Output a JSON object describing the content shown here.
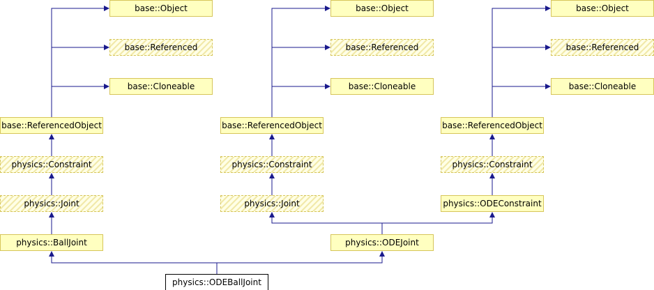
{
  "diagram": {
    "colors": {
      "edge": "#1a1a8c",
      "node_fill": "#ffffc0",
      "node_border": "#d6c55a",
      "leaf_border": "#000000"
    },
    "labels": {
      "object": "base::Object",
      "referenced": "base::Referenced",
      "cloneable": "base::Cloneable",
      "referenced_object": "base::ReferencedObject",
      "constraint": "physics::Constraint",
      "joint": "physics::Joint",
      "ball_joint": "physics::BallJoint",
      "ode_joint": "physics::ODEJoint",
      "ode_constraint": "physics::ODEConstraint",
      "ode_ball_joint": "physics::ODEBallJoint"
    },
    "node_styles": {
      "solid": "documented class",
      "dashed": "undocumented class",
      "leaf": "current class"
    }
  }
}
